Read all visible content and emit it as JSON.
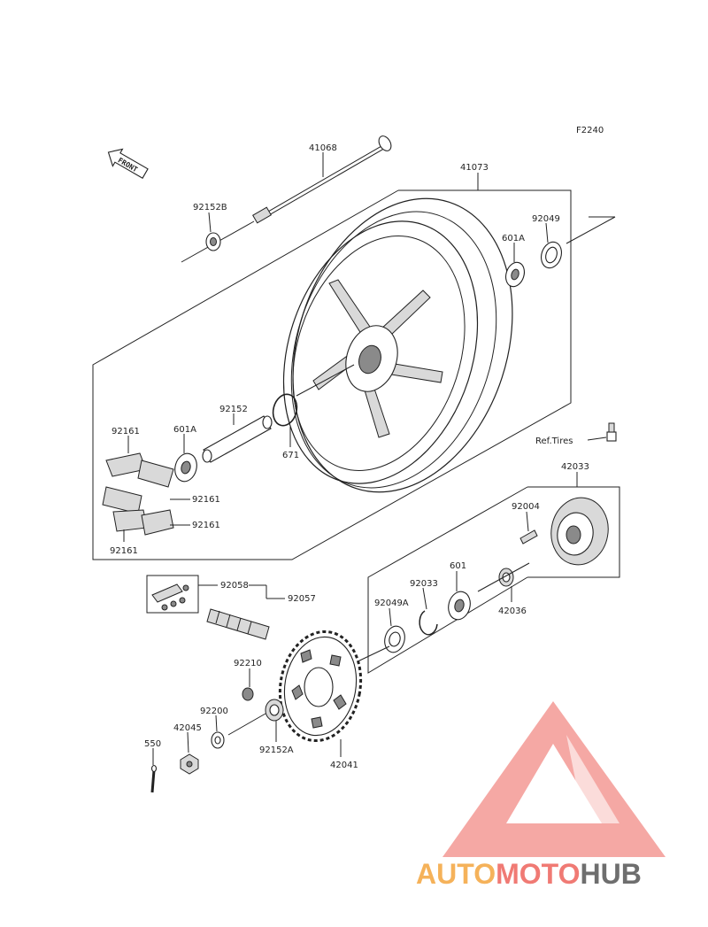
{
  "figure_code": "F2240",
  "front_arrow_label": "FRONT",
  "ref_note": "Ref.Tires",
  "parts": {
    "axle": "41068",
    "wheel": "41073",
    "collar_left": "92152B",
    "bearing_right": "601A",
    "seal_right": "92049",
    "sleeve": "92152",
    "bearing_left": "601A",
    "oring": "671",
    "damper_top": "92161",
    "damper_mid": "92161",
    "damper_low": "92161",
    "damper_bottom": "92161",
    "coupling": "42033",
    "stud": "92004",
    "circlip": "92033",
    "bearing_coupling": "601",
    "seal_coupling": "92049A",
    "collar_coupling": "42036",
    "chain_link": "92058",
    "chain": "92057",
    "nut": "92210",
    "washer": "92200",
    "collar_sprocket": "92152A",
    "sprocket": "42041",
    "axle_nut": "42045",
    "cotter_pin": "550"
  },
  "watermark": {
    "part1": "AUTO",
    "part2": "MOTO",
    "part3": "HUB",
    "colors": {
      "auto": "#f5b25a",
      "moto": "#f07a74",
      "hub": "#6e6e6e",
      "triangle": "#f28b86"
    }
  }
}
